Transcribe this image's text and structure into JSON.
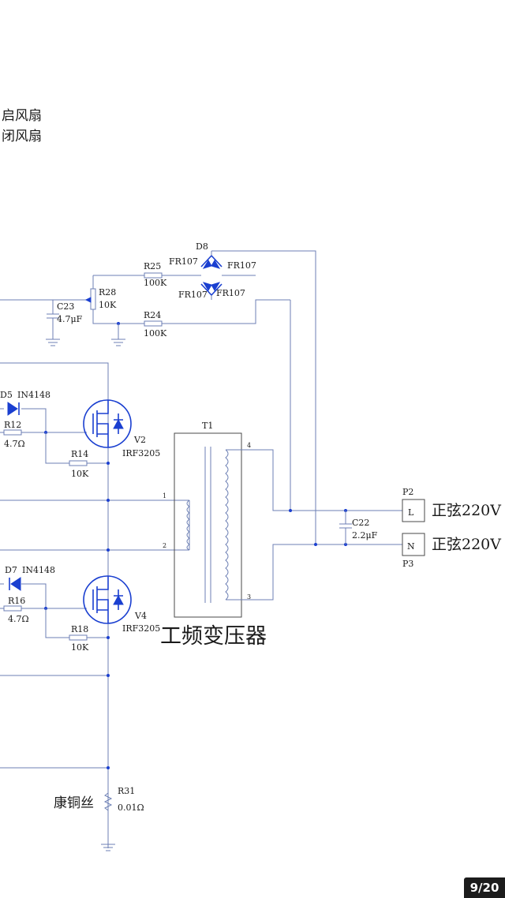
{
  "notes": [
    "启风扇",
    "闭风扇"
  ],
  "components": {
    "d8": {
      "ref": "D8",
      "diode_labels": [
        "FR107",
        "FR107",
        "FR107",
        "FR107"
      ]
    },
    "r25": {
      "ref": "R25",
      "value": "100K"
    },
    "r28": {
      "ref": "R28",
      "value": "10K"
    },
    "c23": {
      "ref": "C23",
      "value": "4.7μF"
    },
    "r24": {
      "ref": "R24",
      "value": "100K"
    },
    "d5": {
      "ref": "D5",
      "value": "IN4148"
    },
    "r12": {
      "ref": "R12",
      "value": "4.7Ω"
    },
    "v2": {
      "ref": "V2",
      "value": "IRF3205"
    },
    "r14": {
      "ref": "R14",
      "value": "10K"
    },
    "t1": {
      "ref": "T1",
      "pins": [
        "1",
        "2",
        "3",
        "4"
      ],
      "caption": "工频变压器"
    },
    "c22": {
      "ref": "C22",
      "value": "2.2μF"
    },
    "p2": {
      "ref": "P2",
      "pin": "L",
      "label": "正弦220V"
    },
    "p3": {
      "ref": "P3",
      "pin": "N",
      "label": "正弦220V"
    },
    "d7": {
      "ref": "D7",
      "value": "IN4148"
    },
    "r16": {
      "ref": "R16",
      "value": "4.7Ω"
    },
    "v4": {
      "ref": "V4",
      "value": "IRF3205"
    },
    "r18": {
      "ref": "R18",
      "value": "10K"
    },
    "r31": {
      "ref": "R31",
      "value": "0.01Ω",
      "note": "康铜丝"
    }
  },
  "page_indicator": "9/20",
  "colors": {
    "wire": "#6c7fb4",
    "symbol": "#1a3fd0",
    "text": "#1a1a1a",
    "badge": "#1c1c1c"
  }
}
